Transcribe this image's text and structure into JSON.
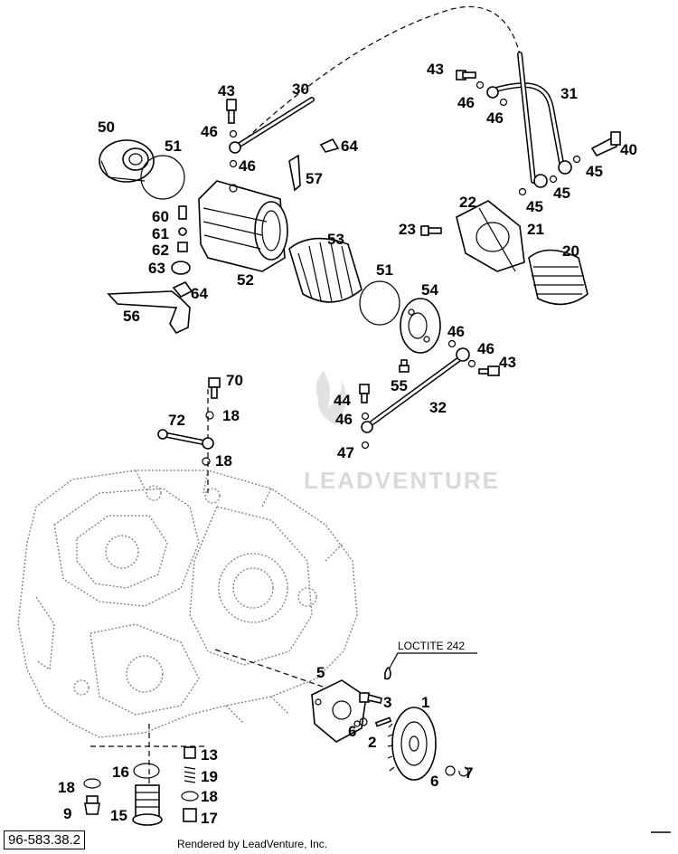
{
  "callouts": {
    "p1": "1",
    "p2": "2",
    "p3": "3",
    "p5": "5",
    "p6a": "6",
    "p6b": "6",
    "p7": "7",
    "p9": "9",
    "p13": "13",
    "p15": "15",
    "p16": "16",
    "p17": "17",
    "p18a": "18",
    "p18b": "18",
    "p18c": "18",
    "p18d": "18",
    "p19": "19",
    "p20": "20",
    "p21": "21",
    "p22": "22",
    "p23": "23",
    "p30": "30",
    "p31": "31",
    "p32": "32",
    "p40": "40",
    "p43a": "43",
    "p43b": "43",
    "p43c": "43",
    "p44": "44",
    "p45a": "45",
    "p45b": "45",
    "p45c": "45",
    "p46a": "46",
    "p46b": "46",
    "p46c": "46",
    "p46d": "46",
    "p46e": "46",
    "p46f": "46",
    "p46g": "46",
    "p47": "47",
    "p50": "50",
    "p51a": "51",
    "p51b": "51",
    "p52": "52",
    "p53": "53",
    "p54": "54",
    "p55": "55",
    "p56": "56",
    "p57": "57",
    "p60": "60",
    "p61": "61",
    "p62": "62",
    "p63": "63",
    "p64a": "64",
    "p64b": "64",
    "p70": "70",
    "p72": "72"
  },
  "annotation": {
    "loctite": "LOCTITE 242"
  },
  "watermark": "LEADVENTURE",
  "footer": {
    "reference": "96-583.38.2",
    "credit": "Rendered by LeadVenture, Inc."
  }
}
